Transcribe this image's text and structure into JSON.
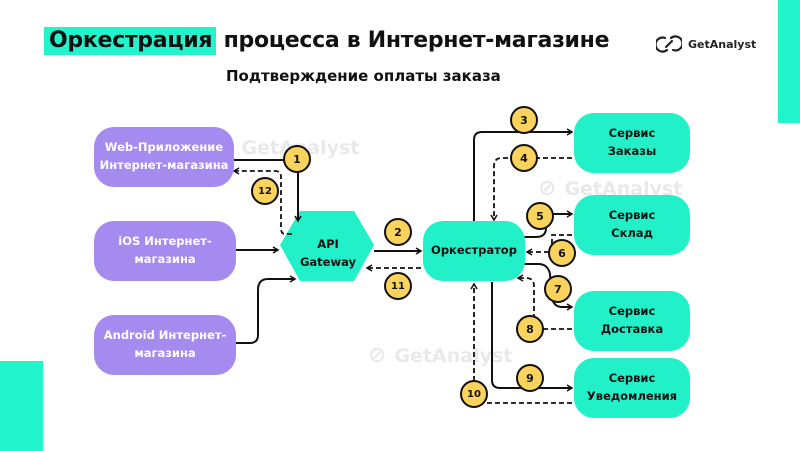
{
  "title": {
    "highlight": "Оркестрация",
    "rest": "процесса в Интернет-магазине"
  },
  "subtitle": "Подтверждение оплаты заказа",
  "brand": {
    "name": "GetAnalyst",
    "icon": "link-logo-icon"
  },
  "watermark": "GetAnalyst",
  "clients": [
    {
      "line1": "Web-Приложение",
      "line2": "Интернет-магазина"
    },
    {
      "line1": "iOS Интернет-",
      "line2": "магазина"
    },
    {
      "line1": "Android Интернет-",
      "line2": "магазина"
    }
  ],
  "gateway": {
    "line1": "API",
    "line2": "Gateway"
  },
  "orchestrator": "Оркестратор",
  "services": [
    {
      "line1": "Сервис",
      "line2": "Заказы"
    },
    {
      "line1": "Сервис",
      "line2": "Склад"
    },
    {
      "line1": "Сервис",
      "line2": "Доставка"
    },
    {
      "line1": "Сервис",
      "line2": "Уведомления"
    }
  ],
  "steps": [
    "1",
    "2",
    "3",
    "4",
    "5",
    "6",
    "7",
    "8",
    "9",
    "10",
    "11",
    "12"
  ],
  "colors": {
    "accent": "#22f5cc",
    "client": "#a58bf0",
    "badge": "#fad35c"
  }
}
